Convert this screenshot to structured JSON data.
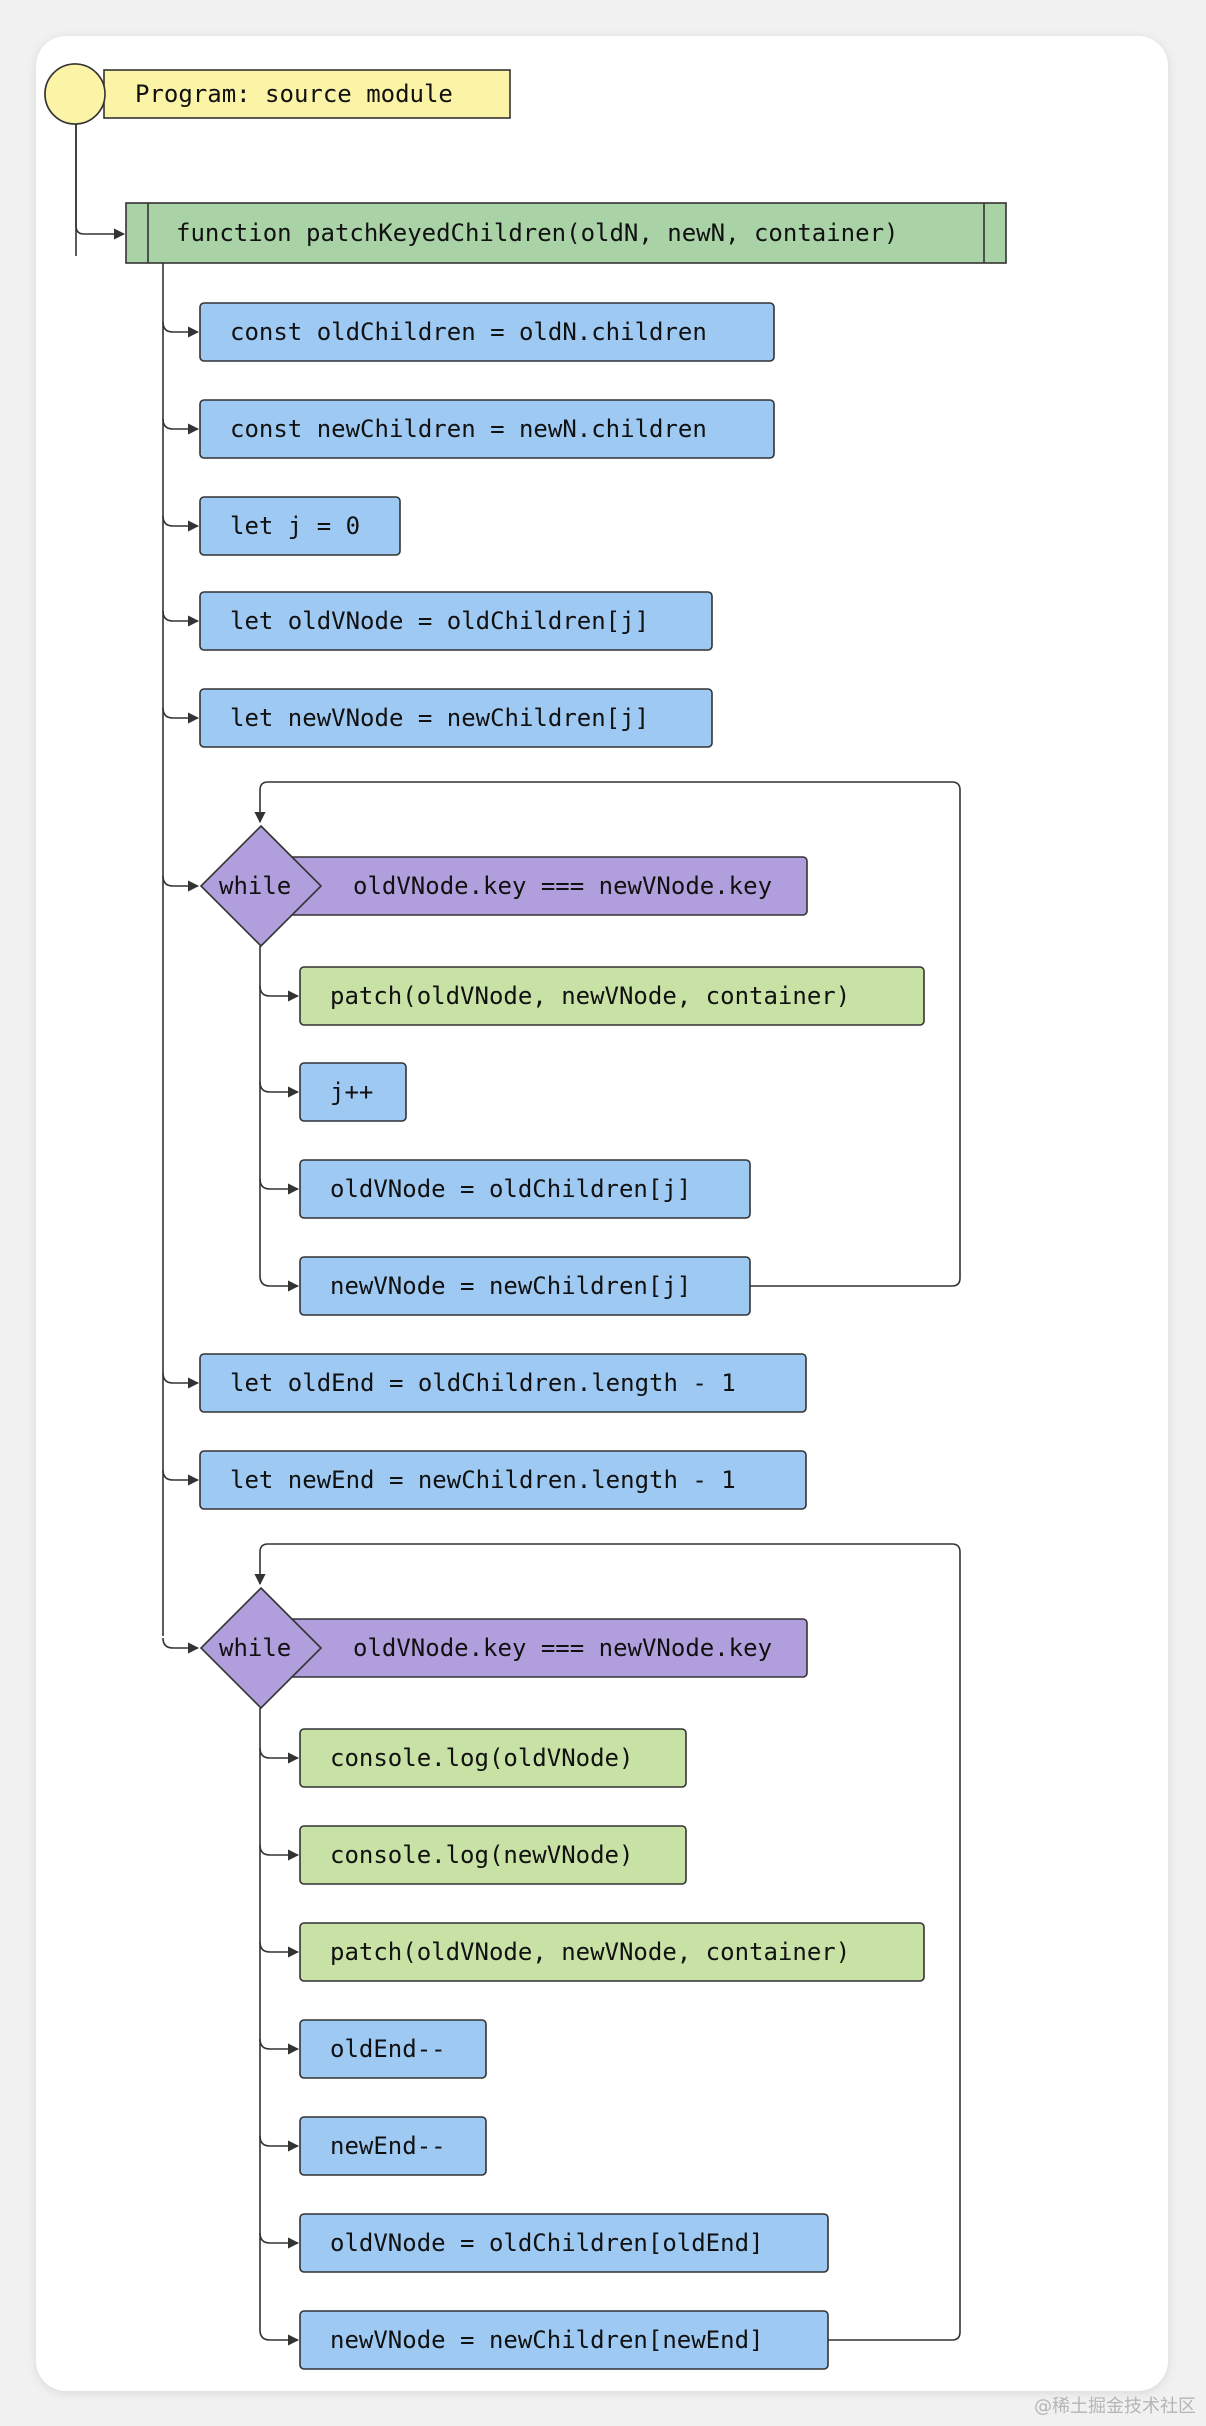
{
  "program": {
    "label": "Program: source module"
  },
  "function": {
    "label": "function patchKeyedChildren(oldN, newN, container)"
  },
  "statements": [
    {
      "id": "s1",
      "label": "const oldChildren = oldN.children",
      "kind": "statement"
    },
    {
      "id": "s2",
      "label": "const newChildren = newN.children",
      "kind": "statement"
    },
    {
      "id": "s3",
      "label": "let j = 0",
      "kind": "statement"
    },
    {
      "id": "s4",
      "label": "let oldVNode = oldChildren[j]",
      "kind": "statement"
    },
    {
      "id": "s5",
      "label": "let newVNode = newChildren[j]",
      "kind": "statement"
    },
    {
      "id": "w1",
      "label": "oldVNode.key === newVNode.key",
      "kind": "while",
      "keyword": "while"
    },
    {
      "id": "w1a",
      "label": "patch(oldVNode, newVNode, container)",
      "kind": "call"
    },
    {
      "id": "w1b",
      "label": "j++",
      "kind": "statement"
    },
    {
      "id": "w1c",
      "label": "oldVNode = oldChildren[j]",
      "kind": "statement"
    },
    {
      "id": "w1d",
      "label": "newVNode = newChildren[j]",
      "kind": "statement"
    },
    {
      "id": "s6",
      "label": "let oldEnd = oldChildren.length - 1",
      "kind": "statement"
    },
    {
      "id": "s7",
      "label": "let newEnd = newChildren.length - 1",
      "kind": "statement"
    },
    {
      "id": "w2",
      "label": "oldVNode.key === newVNode.key",
      "kind": "while",
      "keyword": "while"
    },
    {
      "id": "w2a",
      "label": "console.log(oldVNode)",
      "kind": "call"
    },
    {
      "id": "w2b",
      "label": "console.log(newVNode)",
      "kind": "call"
    },
    {
      "id": "w2c",
      "label": "patch(oldVNode, newVNode, container)",
      "kind": "call"
    },
    {
      "id": "w2d",
      "label": "oldEnd--",
      "kind": "statement"
    },
    {
      "id": "w2e",
      "label": "newEnd--",
      "kind": "statement"
    },
    {
      "id": "w2f",
      "label": "oldVNode = oldChildren[oldEnd]",
      "kind": "statement"
    },
    {
      "id": "w2g",
      "label": "newVNode = newChildren[newEnd]",
      "kind": "statement"
    }
  ],
  "colors": {
    "program": "#fbf3a5",
    "function": "#a9d3a6",
    "statement": "#9ec9f3",
    "while": "#b09fdc",
    "call": "#c8e1a5",
    "stroke": "#333333"
  },
  "watermark": "@稀土掘金技术社区"
}
